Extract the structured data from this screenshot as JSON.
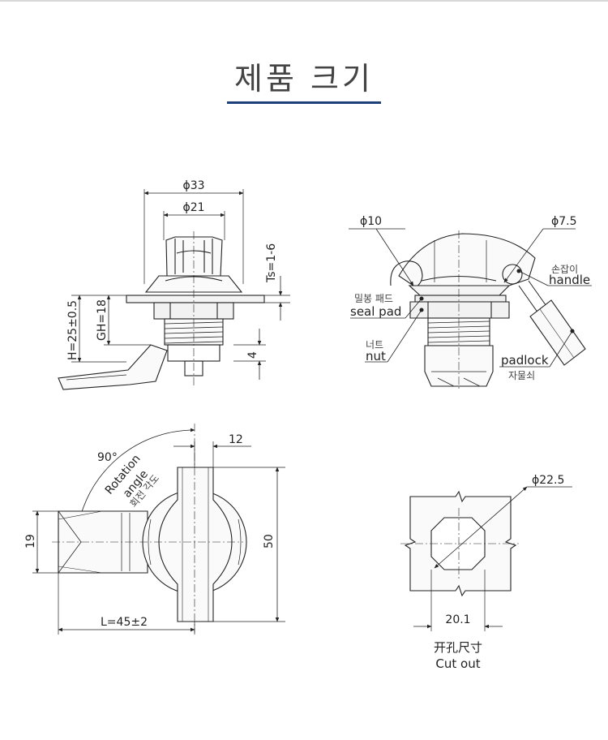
{
  "page": {
    "title": "제품 크기"
  },
  "front_view": {
    "dia_outer": "ϕ33",
    "dia_inner": "ϕ21",
    "thickness": "Ts=1-6",
    "height": "H=25±0.5",
    "grip_height": "GH=18",
    "gap": "4"
  },
  "side_view": {
    "dia_left": "ϕ10",
    "dia_right": "ϕ7.5",
    "handle_ko": "손잡이",
    "handle_en": "handle",
    "seal_ko": "밀봉 패드",
    "seal_en": "seal pad",
    "nut_ko": "너트",
    "nut_en": "nut",
    "padlock_en": "padlock",
    "padlock_ko": "자물쇠"
  },
  "top_view": {
    "angle": "90°",
    "rotation_en_1": "Rotation",
    "rotation_en_2": "angle",
    "rotation_ko": "회전 각도",
    "width_small": "12",
    "height_small": "19",
    "height_total": "50",
    "length": "L=45±2"
  },
  "cutout_view": {
    "dia": "ϕ22.5",
    "width": "20.1",
    "label_zh": "开孔尺寸",
    "label_en": "Cut out"
  }
}
